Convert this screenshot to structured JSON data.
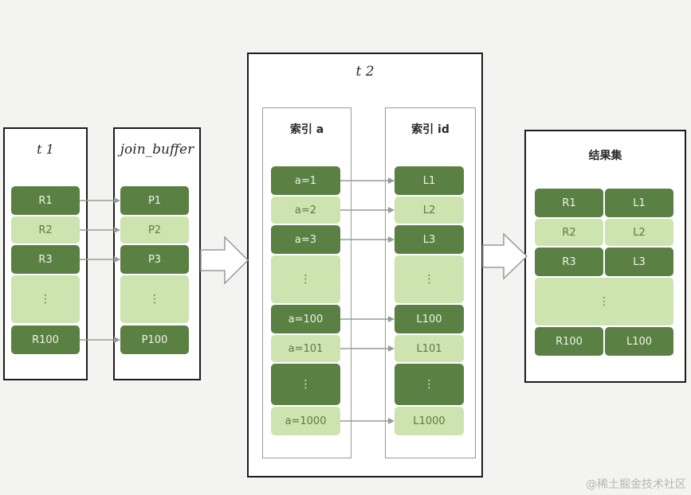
{
  "t1": {
    "title": "t 1",
    "rows": [
      "R1",
      "R2",
      "R3",
      "⋮",
      "R100"
    ]
  },
  "join_buffer": {
    "title": "join_buffer",
    "rows": [
      "P1",
      "P2",
      "P3",
      "⋮",
      "P100"
    ]
  },
  "t2": {
    "title": "t 2",
    "index_a": {
      "title": "索引 a",
      "rows": [
        "a=1",
        "a=2",
        "a=3",
        "⋮",
        "a=100",
        "a=101",
        "⋮",
        "a=1000"
      ]
    },
    "index_id": {
      "title": "索引 id",
      "rows": [
        "L1",
        "L2",
        "L3",
        "⋮",
        "L100",
        "L101",
        "⋮",
        "L1000"
      ]
    }
  },
  "result": {
    "title": "结果集",
    "left": [
      "R1",
      "R2",
      "R3",
      "R100"
    ],
    "right": [
      "L1",
      "L2",
      "L3",
      "L100"
    ],
    "middle_dots": "⋮"
  },
  "watermark": "@稀土掘金技术社区",
  "colors": {
    "dark": "#5a8043",
    "light": "#cde3b0",
    "border": "#1c1c1c"
  }
}
